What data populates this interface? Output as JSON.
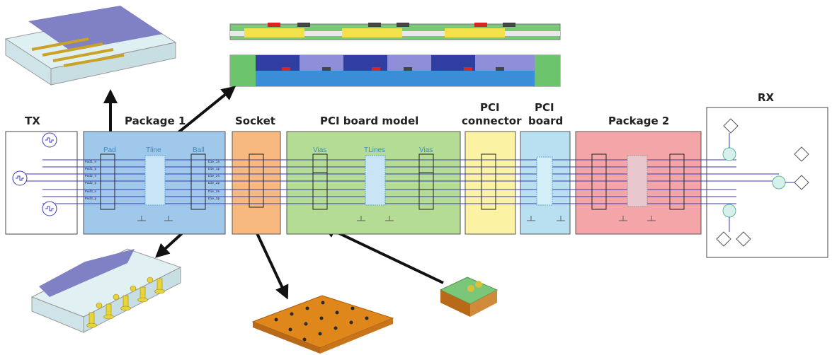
{
  "blocks": {
    "tx": "TX",
    "package1": "Package 1",
    "socket": "Socket",
    "pci_board_model": "PCI board model",
    "pci_connector_1": "PCI",
    "pci_connector_2": "connector",
    "pci_board_1": "PCI",
    "pci_board_2": "board",
    "package2": "Package 2",
    "rx": "RX"
  },
  "sublabels": {
    "pad": "Pad",
    "tline": "Tline",
    "ball": "Ball",
    "vias_left": "Vias",
    "tlines": "TLines",
    "vias_right": "Vias"
  },
  "colors": {
    "tx_bg": "#ffffff",
    "package1_bg": "#9fc8ea",
    "socket_bg": "#f7b97f",
    "pci_board_model_bg": "#b5dc94",
    "pci_connector_bg": "#fbf3a3",
    "pci_board_bg": "#b8e0f0",
    "package2_bg": "#f4a5a8",
    "rx_bg": "#ffffff",
    "wire": "#3a3ab8",
    "arrow": "#111111"
  }
}
